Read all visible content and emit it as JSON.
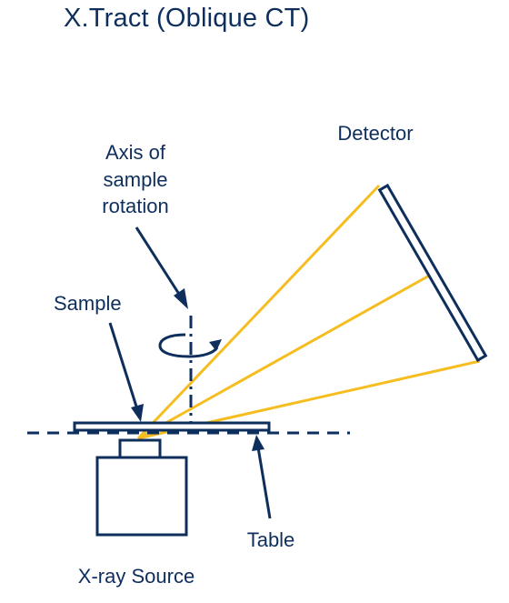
{
  "title": "X.Tract (Oblique CT)",
  "labels": {
    "detector": "Detector",
    "axis_line1": "Axis of",
    "axis_line2": "sample",
    "axis_line3": "rotation",
    "sample": "Sample",
    "table": "Table",
    "source": "X-ray Source"
  },
  "colors": {
    "ink": "#0e2e5c",
    "beam": "#f5bd1f",
    "background": "#ffffff"
  }
}
